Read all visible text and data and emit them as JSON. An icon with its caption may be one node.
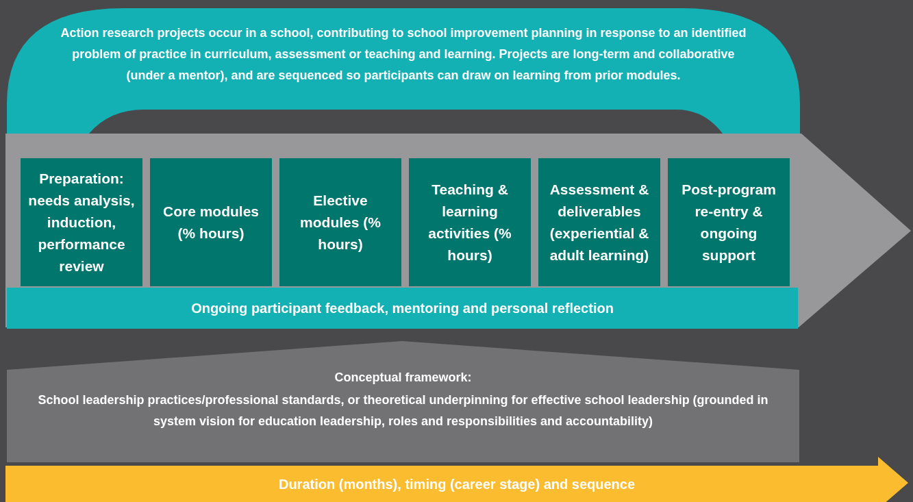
{
  "diagram": {
    "nodes": [
      {
        "text": [
          "Action research projects occur in a school, contributing to school improvement planning in response to an identified problem of practice in curriculum, assessment or teaching and learning. Projects are long-term and collaborative (under a mentor), and are sequenced so participants can draw on learning from prior modules."
        ]
      },
      {
        "text": [
          "Preparation: needs analysis, induction, performance review"
        ]
      },
      {
        "text": [
          "Core modules (% hours)"
        ]
      },
      {
        "text": [
          "Elective modules (% hours)"
        ]
      },
      {
        "text": [
          "Teaching & learning activities (% hours)"
        ]
      },
      {
        "text": [
          "Assessment & deliverables (experiential & adult learning)"
        ]
      },
      {
        "text": [
          "Post-program re-entry & ongoing support"
        ]
      },
      {
        "text": [
          "Ongoing participant feedback, mentoring and personal reflection"
        ]
      },
      {
        "text": [
          "Conceptual framework:",
          "School leadership practices/professional standards, or theoretical underpinning for effective school leadership (grounded in system vision for education leadership, roles and responsibilities and accountability)"
        ]
      },
      {
        "text": [
          "Duration (months), timing (career stage) and sequence"
        ]
      }
    ],
    "edges": []
  }
}
